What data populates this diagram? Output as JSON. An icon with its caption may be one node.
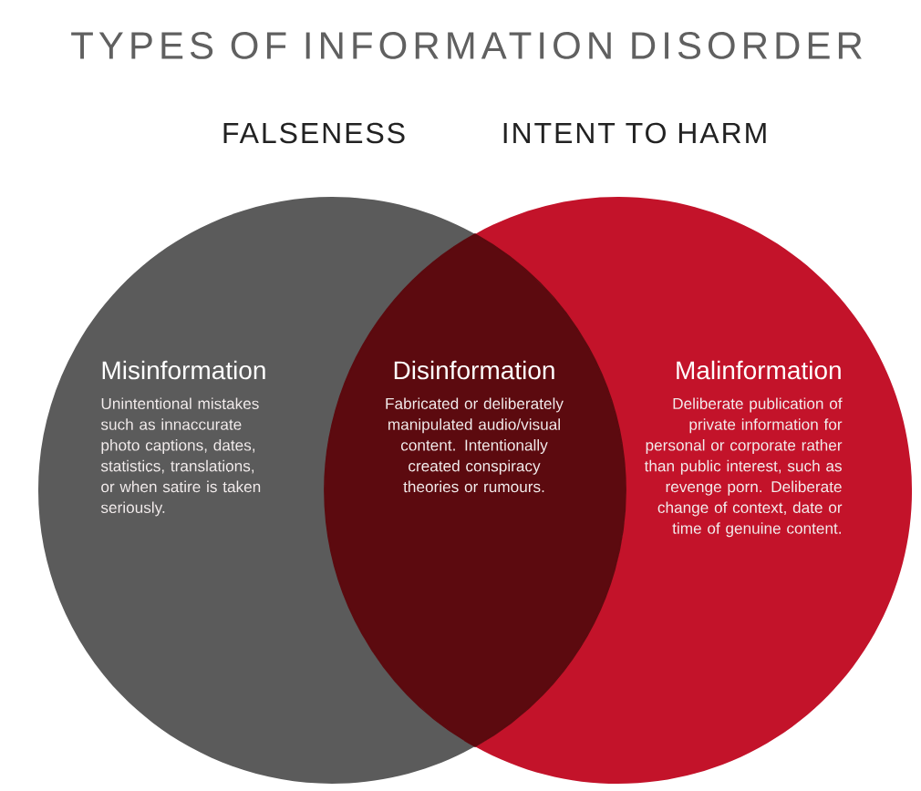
{
  "diagram": {
    "title": "TYPES OF INFORMATION DISORDER",
    "nodes": [
      {
        "text": [
          "FALSENESS",
          "Misinformation",
          "Unintentional mistakes such as innaccurate photo captions, dates, statistics, translations, or when satire is taken seriously."
        ]
      },
      {
        "text": [
          "Disinformation",
          "Fabricated or deliberately manipulated audio/visual content. Intentionally created conspiracy theories or rumours."
        ]
      },
      {
        "text": [
          "INTENT TO HARM",
          "Malinformation",
          "Deliberate publication of private information for personal or corporate rather than public interest, such as revenge porn. Deliberate change of context, date or time of genuine content."
        ]
      }
    ]
  }
}
